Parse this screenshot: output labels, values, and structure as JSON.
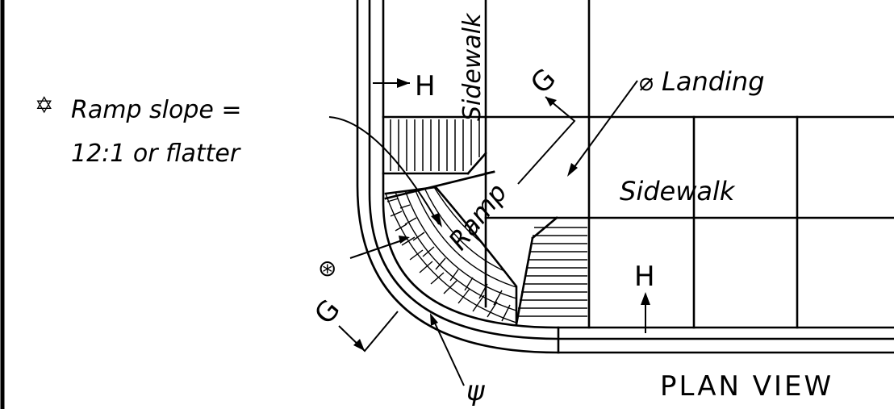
{
  "colors": {
    "ink": "#000000",
    "paper": "#ffffff"
  },
  "labels": {
    "ramp_slope_symbol": "✡",
    "ramp_slope_line1": "Ramp slope =",
    "ramp_slope_line2": "12:1 or flatter",
    "landing_symbol": "⌀",
    "landing": "Landing",
    "sidewalk_vertical": "Sidewalk",
    "sidewalk": "Sidewalk",
    "ramp": "Ramp",
    "section_h_top": "H",
    "section_h_bottom": "H",
    "section_g_top": "G",
    "section_g_bottom": "G",
    "psi_marker": "ψ",
    "detectable_warning_symbol": "⊛",
    "plan_view": "PLAN VIEW"
  }
}
